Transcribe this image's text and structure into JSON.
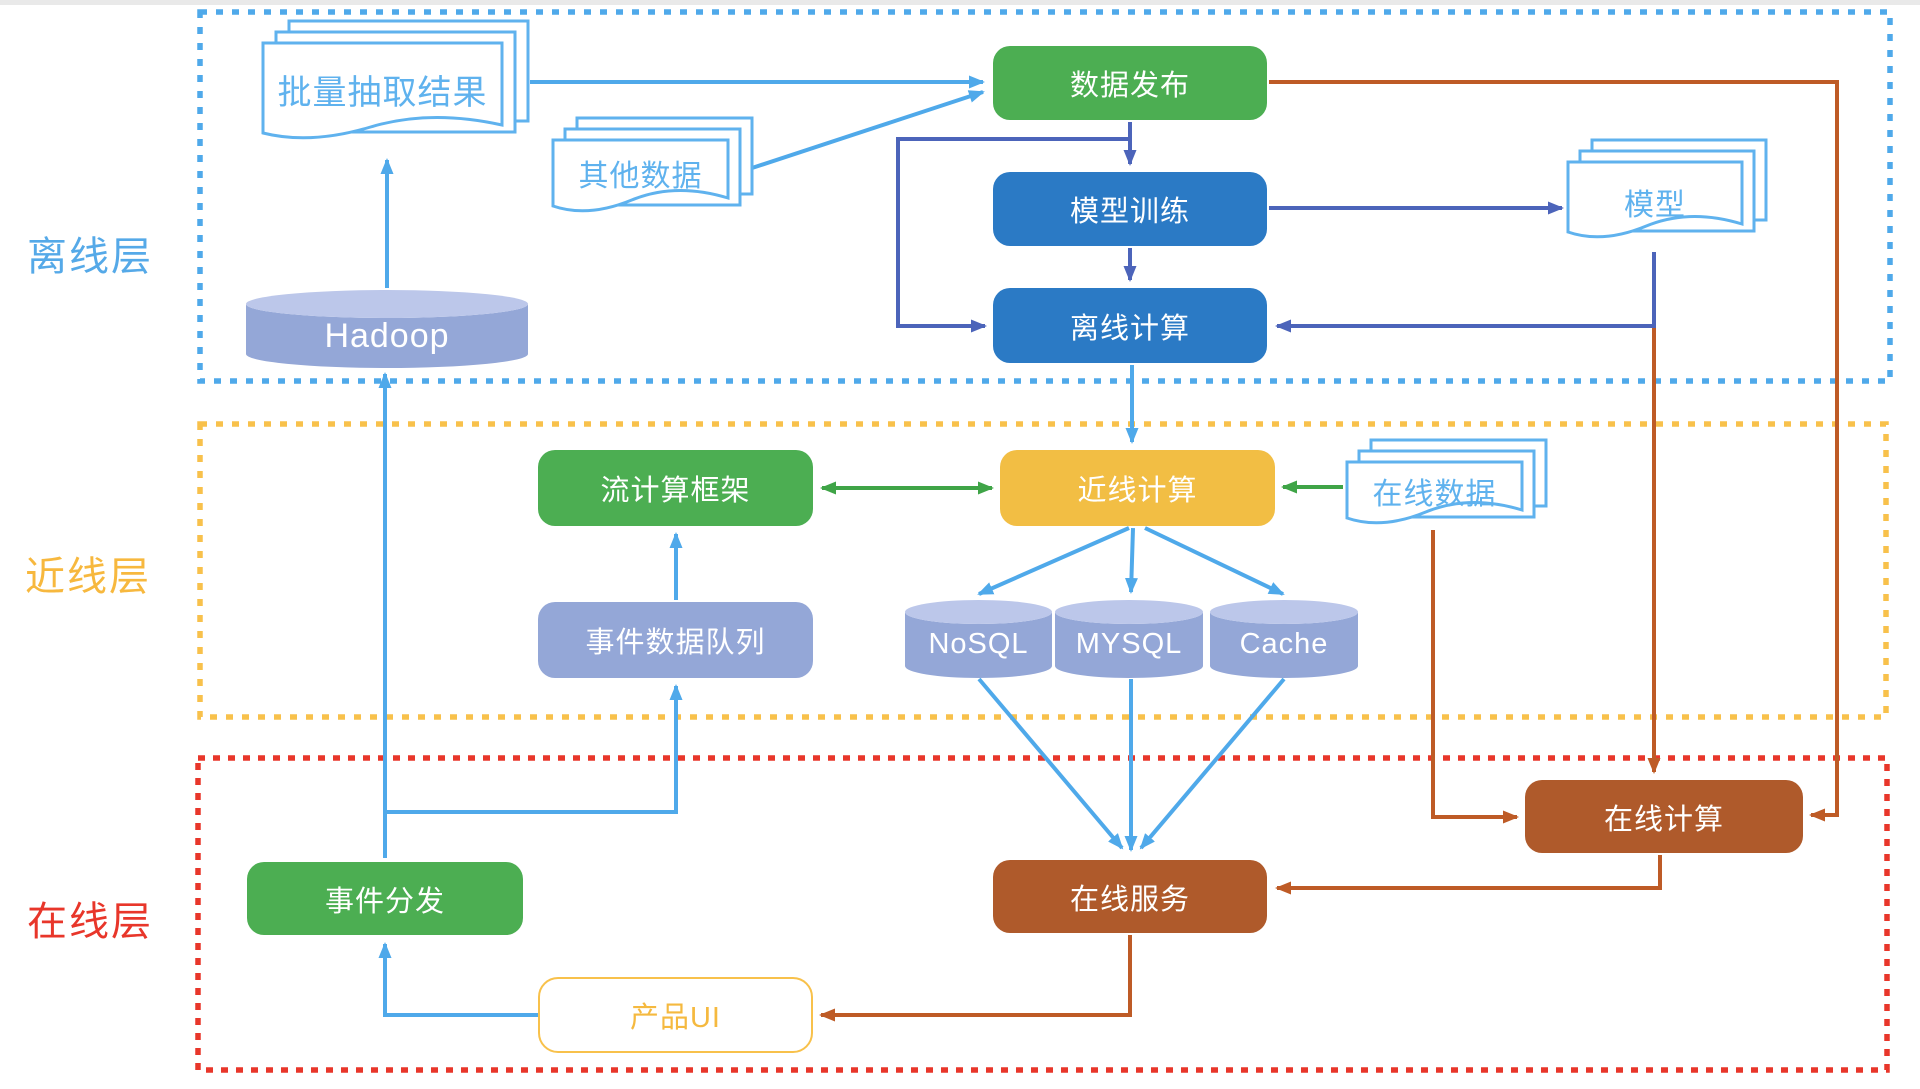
{
  "layers": {
    "offline": {
      "label": "离线层",
      "border_color": "#4FA9EA"
    },
    "nearline": {
      "label": "近线层",
      "border_color": "#F8C14B"
    },
    "online": {
      "label": "在线层",
      "border_color": "#E8362A"
    }
  },
  "nodes": {
    "batch_extract_result": {
      "label": "批量抽取结果"
    },
    "other_data": {
      "label": "其他数据"
    },
    "data_publish": {
      "label": "数据发布"
    },
    "model_training": {
      "label": "模型训练"
    },
    "offline_compute": {
      "label": "离线计算"
    },
    "model": {
      "label": "模型"
    },
    "hadoop": {
      "label": "Hadoop"
    },
    "stream_framework": {
      "label": "流计算框架"
    },
    "nearline_compute": {
      "label": "近线计算"
    },
    "online_data": {
      "label": "在线数据"
    },
    "event_queue": {
      "label": "事件数据队列"
    },
    "nosql": {
      "label": "NoSQL"
    },
    "mysql": {
      "label": "MYSQL"
    },
    "cache": {
      "label": "Cache"
    },
    "online_compute": {
      "label": "在线计算"
    },
    "event_dispatch": {
      "label": "事件分发"
    },
    "online_service": {
      "label": "在线服务"
    },
    "product_ui": {
      "label": "产品UI"
    }
  },
  "edges": [
    {
      "from": "hadoop",
      "to": "batch_extract_result",
      "color": "lightblue"
    },
    {
      "from": "event_dispatch",
      "to": "hadoop",
      "color": "lightblue"
    },
    {
      "from": "event_dispatch",
      "to": "event_queue",
      "color": "lightblue"
    },
    {
      "from": "event_queue",
      "to": "stream_framework",
      "color": "lightblue"
    },
    {
      "from": "batch_extract_result",
      "to": "data_publish",
      "color": "lightblue"
    },
    {
      "from": "other_data",
      "to": "data_publish",
      "color": "lightblue"
    },
    {
      "from": "data_publish",
      "to": "model_training",
      "color": "slate"
    },
    {
      "from": "data_publish",
      "to": "offline_compute",
      "color": "slate"
    },
    {
      "from": "model_training",
      "to": "offline_compute",
      "color": "slate"
    },
    {
      "from": "model_training",
      "to": "model",
      "color": "slate"
    },
    {
      "from": "model",
      "to": "offline_compute",
      "color": "slate"
    },
    {
      "from": "offline_compute",
      "to": "nearline_compute",
      "color": "lightblue"
    },
    {
      "from": "stream_framework",
      "to": "nearline_compute",
      "color": "green",
      "bidirectional": true
    },
    {
      "from": "online_data",
      "to": "nearline_compute",
      "color": "green"
    },
    {
      "from": "nearline_compute",
      "to": "nosql",
      "color": "lightblue"
    },
    {
      "from": "nearline_compute",
      "to": "mysql",
      "color": "lightblue"
    },
    {
      "from": "nearline_compute",
      "to": "cache",
      "color": "lightblue"
    },
    {
      "from": "nosql",
      "to": "online_service",
      "color": "lightblue"
    },
    {
      "from": "mysql",
      "to": "online_service",
      "color": "lightblue"
    },
    {
      "from": "cache",
      "to": "online_service",
      "color": "lightblue"
    },
    {
      "from": "data_publish",
      "to": "online_compute",
      "color": "orange"
    },
    {
      "from": "model",
      "to": "online_compute",
      "color": "orange"
    },
    {
      "from": "online_data",
      "to": "online_compute",
      "color": "orange"
    },
    {
      "from": "online_compute",
      "to": "online_service",
      "color": "orange"
    },
    {
      "from": "online_service",
      "to": "product_ui",
      "color": "orange"
    },
    {
      "from": "product_ui",
      "to": "event_dispatch",
      "color": "lightblue"
    }
  ],
  "colors": {
    "lightblue_arrow": "#4FA9EA",
    "doc_outline": "#5FB2EE",
    "slate_arrow": "#4C64BA",
    "green_box": "#4CAE52",
    "green_arrow": "#3FA447",
    "blue_box": "#2B7AC5",
    "yellow_box": "#F2BE44",
    "periwinkle_box": "#94A7D7",
    "periwinkle_top": "#BCC7EA",
    "brown_box": "#AF5A2B",
    "orange_arrow": "#BE5B26",
    "red_border": "#E8362A",
    "yellow_border": "#F8C14B"
  }
}
